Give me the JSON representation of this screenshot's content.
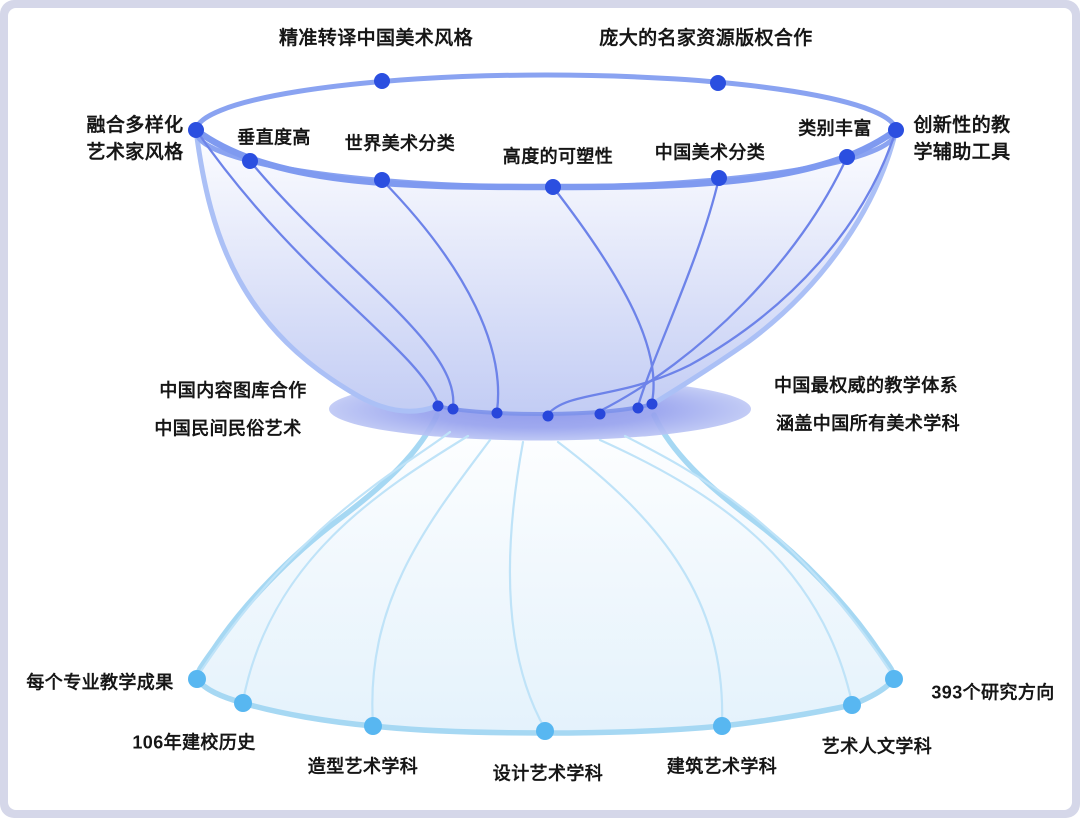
{
  "labels": {
    "top_back_left": "精准转译中国美术风格",
    "top_back_right": "庞大的名家资源版权合作",
    "top_left_line1": "融合多样化",
    "top_left_line2": "艺术家风格",
    "rim_1": "垂直度高",
    "rim_2": "世界美术分类",
    "rim_3": "高度的可塑性",
    "rim_4": "中国美术分类",
    "rim_5": "类别丰富",
    "top_right_line1": "创新性的教",
    "top_right_line2": "学辅助工具",
    "mid_left_1": "中国内容图库合作",
    "mid_left_2": "中国民间民俗艺术",
    "mid_right_1": "中国最权威的教学体系",
    "mid_right_2": "涵盖中国所有美术学科",
    "bottom_left_1": "每个专业教学成果",
    "bottom_left_2": "106年建校历史",
    "bottom_1": "造型艺术学科",
    "bottom_2": "设计艺术学科",
    "bottom_3": "建筑艺术学科",
    "bottom_4": "艺术人文学科",
    "bottom_right": "393个研究方向"
  },
  "colors": {
    "frame_bg": "#d5d7e9",
    "card_bg": "#ffffff",
    "text": "#161616",
    "rim_stroke": "#8aa3f1",
    "rim_front_stroke": "#7f9af0",
    "top_silhouette": "#abc0f6",
    "top_curve": "#6d83e9",
    "top_node": "#2b4fe0",
    "waist_arc": "#7d92ea",
    "waist_node": "#2847db",
    "bottom_outline": "#a6d8f3",
    "bottom_curve": "#bfe3f8",
    "bottom_node": "#58b7f1",
    "top_fill_light": "#fbfcff",
    "top_fill_deep": "#c2ccf4",
    "bottom_fill_light": "#fdfeff",
    "bottom_fill_deep": "#e4f2fc",
    "waist_core": "#8893ea",
    "waist_edge": "#e2e7fb"
  }
}
